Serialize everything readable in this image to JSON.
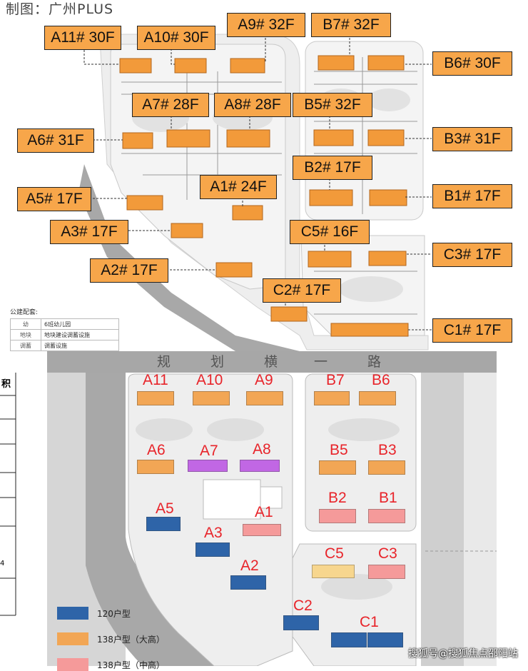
{
  "credit": "制图：广州PLUS",
  "top_map": {
    "callouts": [
      {
        "id": "A11",
        "text": "A11# 30F"
      },
      {
        "id": "A10",
        "text": "A10# 30F"
      },
      {
        "id": "A9",
        "text": "A9# 32F"
      },
      {
        "id": "B7",
        "text": "B7# 32F"
      },
      {
        "id": "B6",
        "text": "B6# 30F"
      },
      {
        "id": "A7",
        "text": "A7# 28F"
      },
      {
        "id": "A8",
        "text": "A8# 28F"
      },
      {
        "id": "B5",
        "text": "B5# 32F"
      },
      {
        "id": "A6",
        "text": "A6# 31F"
      },
      {
        "id": "B3",
        "text": "B3# 31F"
      },
      {
        "id": "B2",
        "text": "B2# 17F"
      },
      {
        "id": "A1",
        "text": "A1# 24F"
      },
      {
        "id": "A5",
        "text": "A5# 17F"
      },
      {
        "id": "B1",
        "text": "B1# 17F"
      },
      {
        "id": "A3",
        "text": "A3# 17F"
      },
      {
        "id": "C5",
        "text": "C5# 16F"
      },
      {
        "id": "C3",
        "text": "C3# 17F"
      },
      {
        "id": "A2",
        "text": "A2# 17F"
      },
      {
        "id": "C2",
        "text": "C2# 17F"
      },
      {
        "id": "C1",
        "text": "C1# 17F"
      }
    ],
    "legend_title": "公建配套:",
    "legend_rows": [
      {
        "key": "幼",
        "value": "6班幼儿园"
      },
      {
        "key": "地块",
        "value": "地块建设调蓄设施"
      },
      {
        "key": "调蓄",
        "value": "调蓄设施"
      }
    ],
    "building_color": "#f29a3a"
  },
  "bottom_map": {
    "road_chars": [
      "规",
      "划",
      "横",
      "一",
      "路"
    ],
    "side_char": "积",
    "side_number": "4",
    "buildings": [
      {
        "id": "A11",
        "label": "A11",
        "type": "138-large"
      },
      {
        "id": "A10",
        "label": "A10",
        "type": "138-large"
      },
      {
        "id": "A9",
        "label": "A9",
        "type": "138-large"
      },
      {
        "id": "B7",
        "label": "B7",
        "type": "138-large"
      },
      {
        "id": "B6",
        "label": "B6",
        "type": "138-large"
      },
      {
        "id": "A6",
        "label": "A6",
        "type": "138-large"
      },
      {
        "id": "A7",
        "label": "A7",
        "type": "purple"
      },
      {
        "id": "A8",
        "label": "A8",
        "type": "purple"
      },
      {
        "id": "B5",
        "label": "B5",
        "type": "138-large"
      },
      {
        "id": "B3",
        "label": "B3",
        "type": "138-large"
      },
      {
        "id": "B2",
        "label": "B2",
        "type": "pink"
      },
      {
        "id": "B1",
        "label": "B1",
        "type": "pink"
      },
      {
        "id": "A5",
        "label": "A5",
        "type": "120"
      },
      {
        "id": "A1",
        "label": "A1",
        "type": "pink"
      },
      {
        "id": "A3",
        "label": "A3",
        "type": "120"
      },
      {
        "id": "C5",
        "label": "C5",
        "type": "yellow"
      },
      {
        "id": "C3",
        "label": "C3",
        "type": "pink"
      },
      {
        "id": "A2",
        "label": "A2",
        "type": "120"
      },
      {
        "id": "C2",
        "label": "C2",
        "type": "120"
      },
      {
        "id": "C1",
        "label": "C1",
        "type": "120"
      }
    ],
    "colors": {
      "120": "#2e64a8",
      "138-large": "#f2a655",
      "pink": "#f59a9a",
      "purple": "#c167e4",
      "yellow": "#f7d68e"
    },
    "legend": [
      {
        "label": "120户型",
        "color": "#2e64a8"
      },
      {
        "label": "138户型（大高）",
        "color": "#f2a655"
      },
      {
        "label": "138户型（中高）",
        "color": "#f59a9a"
      }
    ]
  },
  "watermark": "搜狐号@搜狐焦点邵阳站"
}
